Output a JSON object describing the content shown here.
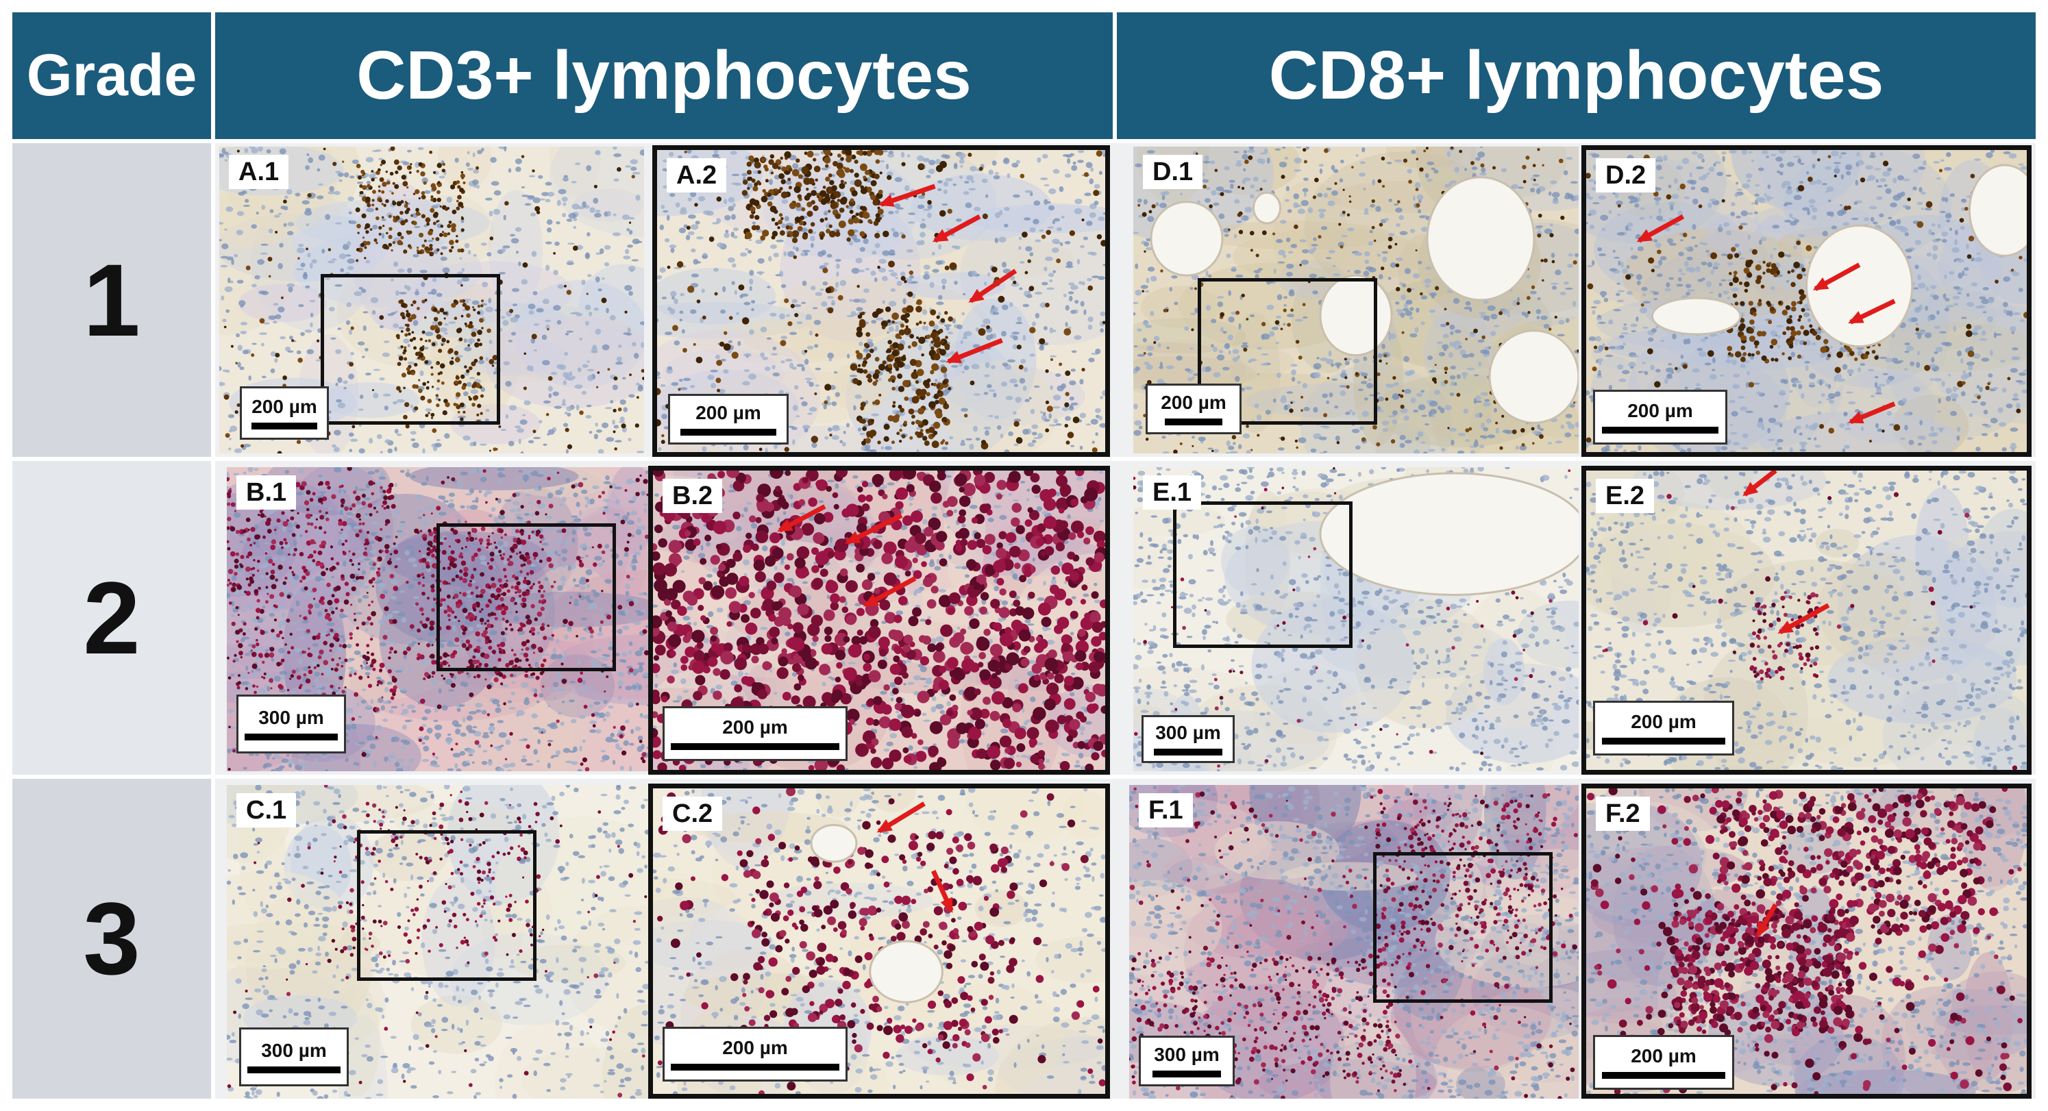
{
  "header": {
    "grade_label": "Grade",
    "col1_title": "CD3+ lymphocytes",
    "col2_title": "CD8+ lymphocytes"
  },
  "rows": [
    {
      "grade": "1"
    },
    {
      "grade": "2"
    },
    {
      "grade": "3"
    }
  ],
  "panels": {
    "A1": {
      "label": "A.1",
      "scale": "200 µm"
    },
    "A2": {
      "label": "A.2",
      "scale": "200 µm"
    },
    "D1": {
      "label": "D.1",
      "scale": "200 µm"
    },
    "D2": {
      "label": "D.2",
      "scale": "200 µm"
    },
    "B1": {
      "label": "B.1",
      "scale": "300 µm"
    },
    "B2": {
      "label": "B.2",
      "scale": "200 µm"
    },
    "E1": {
      "label": "E.1",
      "scale": "300 µm"
    },
    "E2": {
      "label": "E.2",
      "scale": "200 µm"
    },
    "C1": {
      "label": "C.1",
      "scale": "300 µm"
    },
    "C2": {
      "label": "C.2",
      "scale": "200 µm"
    },
    "F1": {
      "label": "F.1",
      "scale": "300 µm"
    },
    "F2": {
      "label": "F.2",
      "scale": "200 µm"
    }
  },
  "colors": {
    "header_bg": "#1b5b7c",
    "arrow": "#e01b1b",
    "dab_stain": "#6b3a10",
    "red_stain": "#8a1038"
  }
}
